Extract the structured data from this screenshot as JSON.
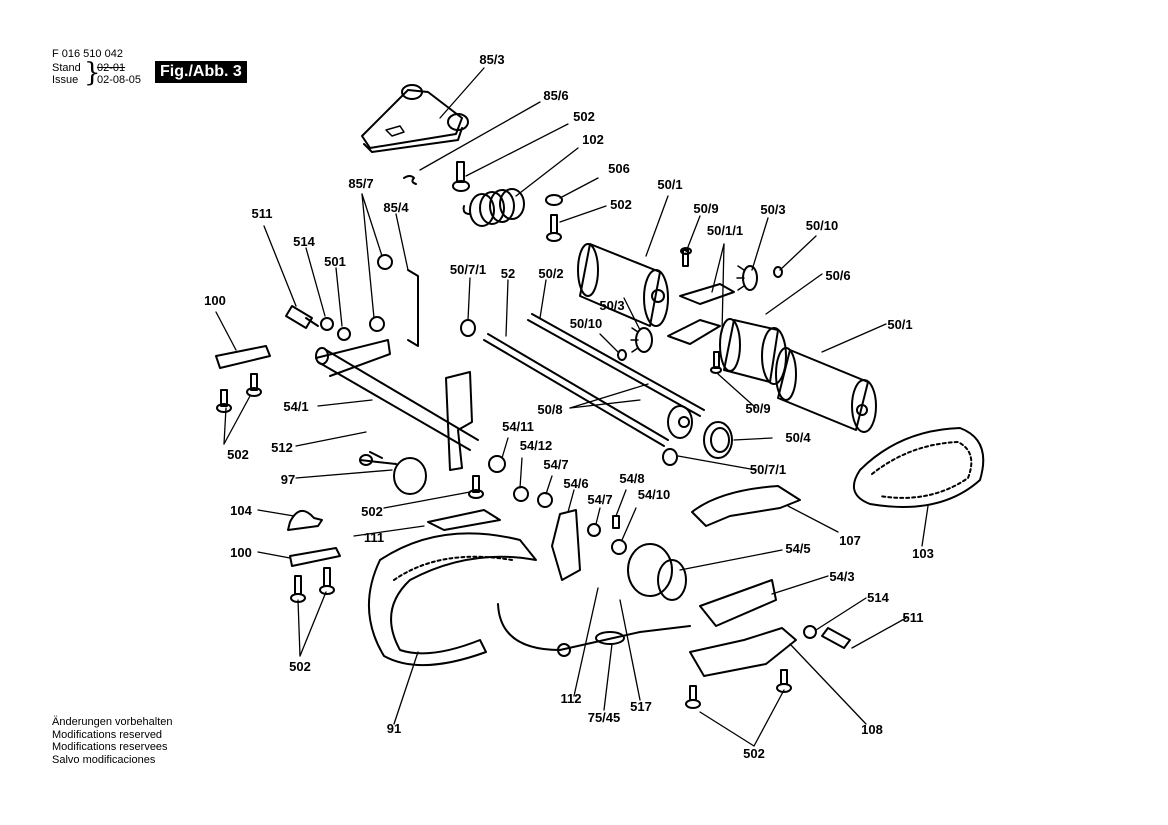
{
  "header": {
    "part_number": "F 016 510 042",
    "stand_label": "Stand",
    "issue_label": "Issue",
    "stand_date_struck": "02-01",
    "issue_date": "02-08-05",
    "figure_label": "Fig./Abb. 3"
  },
  "notes": [
    "Änderungen vorbehalten",
    "Modifications reserved",
    "Modifications reservees",
    "Salvo modificaciones"
  ],
  "callouts": [
    {
      "id": "c1",
      "text": "85/3"
    },
    {
      "id": "c2",
      "text": "85/6"
    },
    {
      "id": "c3",
      "text": "502"
    },
    {
      "id": "c4",
      "text": "102"
    },
    {
      "id": "c5",
      "text": "506"
    },
    {
      "id": "c6",
      "text": "502"
    },
    {
      "id": "c7",
      "text": "50/1"
    },
    {
      "id": "c8",
      "text": "50/9"
    },
    {
      "id": "c9",
      "text": "50/1/1"
    },
    {
      "id": "c10",
      "text": "50/3"
    },
    {
      "id": "c11",
      "text": "50/10"
    },
    {
      "id": "c12",
      "text": "85/7"
    },
    {
      "id": "c13",
      "text": "85/4"
    },
    {
      "id": "c14",
      "text": "511"
    },
    {
      "id": "c15",
      "text": "514"
    },
    {
      "id": "c16",
      "text": "501"
    },
    {
      "id": "c17",
      "text": "100"
    },
    {
      "id": "c18",
      "text": "50/7/1"
    },
    {
      "id": "c19",
      "text": "52"
    },
    {
      "id": "c20",
      "text": "50/2"
    },
    {
      "id": "c21",
      "text": "50/3"
    },
    {
      "id": "c22",
      "text": "50/10"
    },
    {
      "id": "c23",
      "text": "50/6"
    },
    {
      "id": "c24",
      "text": "50/1"
    },
    {
      "id": "c25",
      "text": "54/1"
    },
    {
      "id": "c26",
      "text": "50/8"
    },
    {
      "id": "c27",
      "text": "50/9"
    },
    {
      "id": "c28",
      "text": "502"
    },
    {
      "id": "c29",
      "text": "512"
    },
    {
      "id": "c30",
      "text": "54/11"
    },
    {
      "id": "c31",
      "text": "50/4"
    },
    {
      "id": "c32",
      "text": "54/12"
    },
    {
      "id": "c33",
      "text": "97"
    },
    {
      "id": "c34",
      "text": "50/7/1"
    },
    {
      "id": "c35",
      "text": "54/7"
    },
    {
      "id": "c36",
      "text": "54/6"
    },
    {
      "id": "c37",
      "text": "54/8"
    },
    {
      "id": "c38",
      "text": "502"
    },
    {
      "id": "c39",
      "text": "54/7"
    },
    {
      "id": "c40",
      "text": "54/10"
    },
    {
      "id": "c41",
      "text": "104"
    },
    {
      "id": "c42",
      "text": "111"
    },
    {
      "id": "c43",
      "text": "107"
    },
    {
      "id": "c44",
      "text": "103"
    },
    {
      "id": "c45",
      "text": "100"
    },
    {
      "id": "c46",
      "text": "54/5"
    },
    {
      "id": "c47",
      "text": "54/3"
    },
    {
      "id": "c48",
      "text": "514"
    },
    {
      "id": "c49",
      "text": "511"
    },
    {
      "id": "c50",
      "text": "502"
    },
    {
      "id": "c51",
      "text": "112"
    },
    {
      "id": "c52",
      "text": "517"
    },
    {
      "id": "c53",
      "text": "75/45"
    },
    {
      "id": "c54",
      "text": "91"
    },
    {
      "id": "c55",
      "text": "108"
    },
    {
      "id": "c56",
      "text": "502"
    }
  ]
}
